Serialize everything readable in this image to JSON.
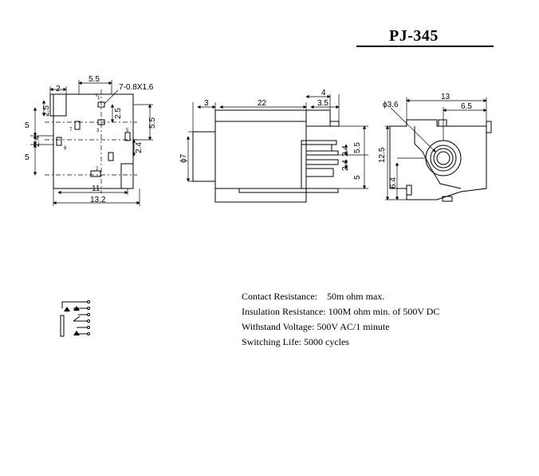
{
  "title": "PJ-345",
  "left_view": {
    "dim_top_2": "2",
    "dim_top_5_5": "5.5",
    "dim_holes": "7-0.8X1.6",
    "dim_left_2_5": "2.5",
    "dim_left_5a": "5",
    "dim_left_2_4": "2.4",
    "dim_left_5b": "5",
    "dim_mid_2_5": "2.5",
    "dim_right_5_5": "5.5",
    "dim_mid_2_4": "2.4",
    "dim_bottom_11": "11",
    "dim_bottom_13_2": "13.2",
    "pin_1": "1",
    "pin_2": "2",
    "pin_3": "3",
    "pin_5": "5",
    "pin_7": "7",
    "pin_8": "8"
  },
  "side_view": {
    "dim_3": "3",
    "dim_22": "22",
    "dim_4": "4",
    "dim_3_5": "3.5",
    "dim_phi7": "ϕ7",
    "dim_5_5": "5.5",
    "dim_2_4a": "2.4",
    "dim_2_4b": "2.4",
    "dim_5": "5"
  },
  "front_view": {
    "dim_phi3_6": "ϕ3.6",
    "dim_13": "13",
    "dim_6_5": "6.5",
    "dim_12_5": "12.5",
    "dim_6_4": "6.4"
  },
  "specs": [
    "Contact Resistance:    50m ohm max.",
    "Insulation Resistance: 100M ohm min. of 500V DC",
    "Withstand Voltage: 500V AC/1 minute",
    "Switching Life: 5000 cycles"
  ]
}
